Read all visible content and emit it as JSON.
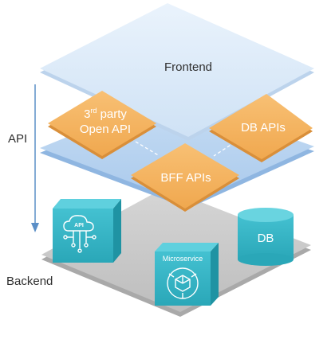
{
  "layers": {
    "frontend": "Frontend",
    "api": "API",
    "backend": "Backend"
  },
  "api_tiles": {
    "third_party_line1_main": "3",
    "third_party_line1_sup": "rd",
    "third_party_line1_rest": " party",
    "third_party_line2": "Open API",
    "db_apis": "DB APIs",
    "bff_apis": "BFF APIs"
  },
  "backend_items": {
    "api_cube_icon_text": "API",
    "microservice": "Microservice",
    "db": "DB"
  },
  "colors": {
    "frontend_top": "#dceaf8",
    "frontend_edge": "#c5d9ee",
    "api_layer": "#b7d3f0",
    "api_tile": "#f5b461",
    "tile_text": "#ffffff",
    "backend_layer": "#c9c9c9",
    "teal": "#2fb3c4",
    "teal_dark": "#1f93a3",
    "arrow": "#5b8fc7",
    "label": "#2f2f2f"
  }
}
